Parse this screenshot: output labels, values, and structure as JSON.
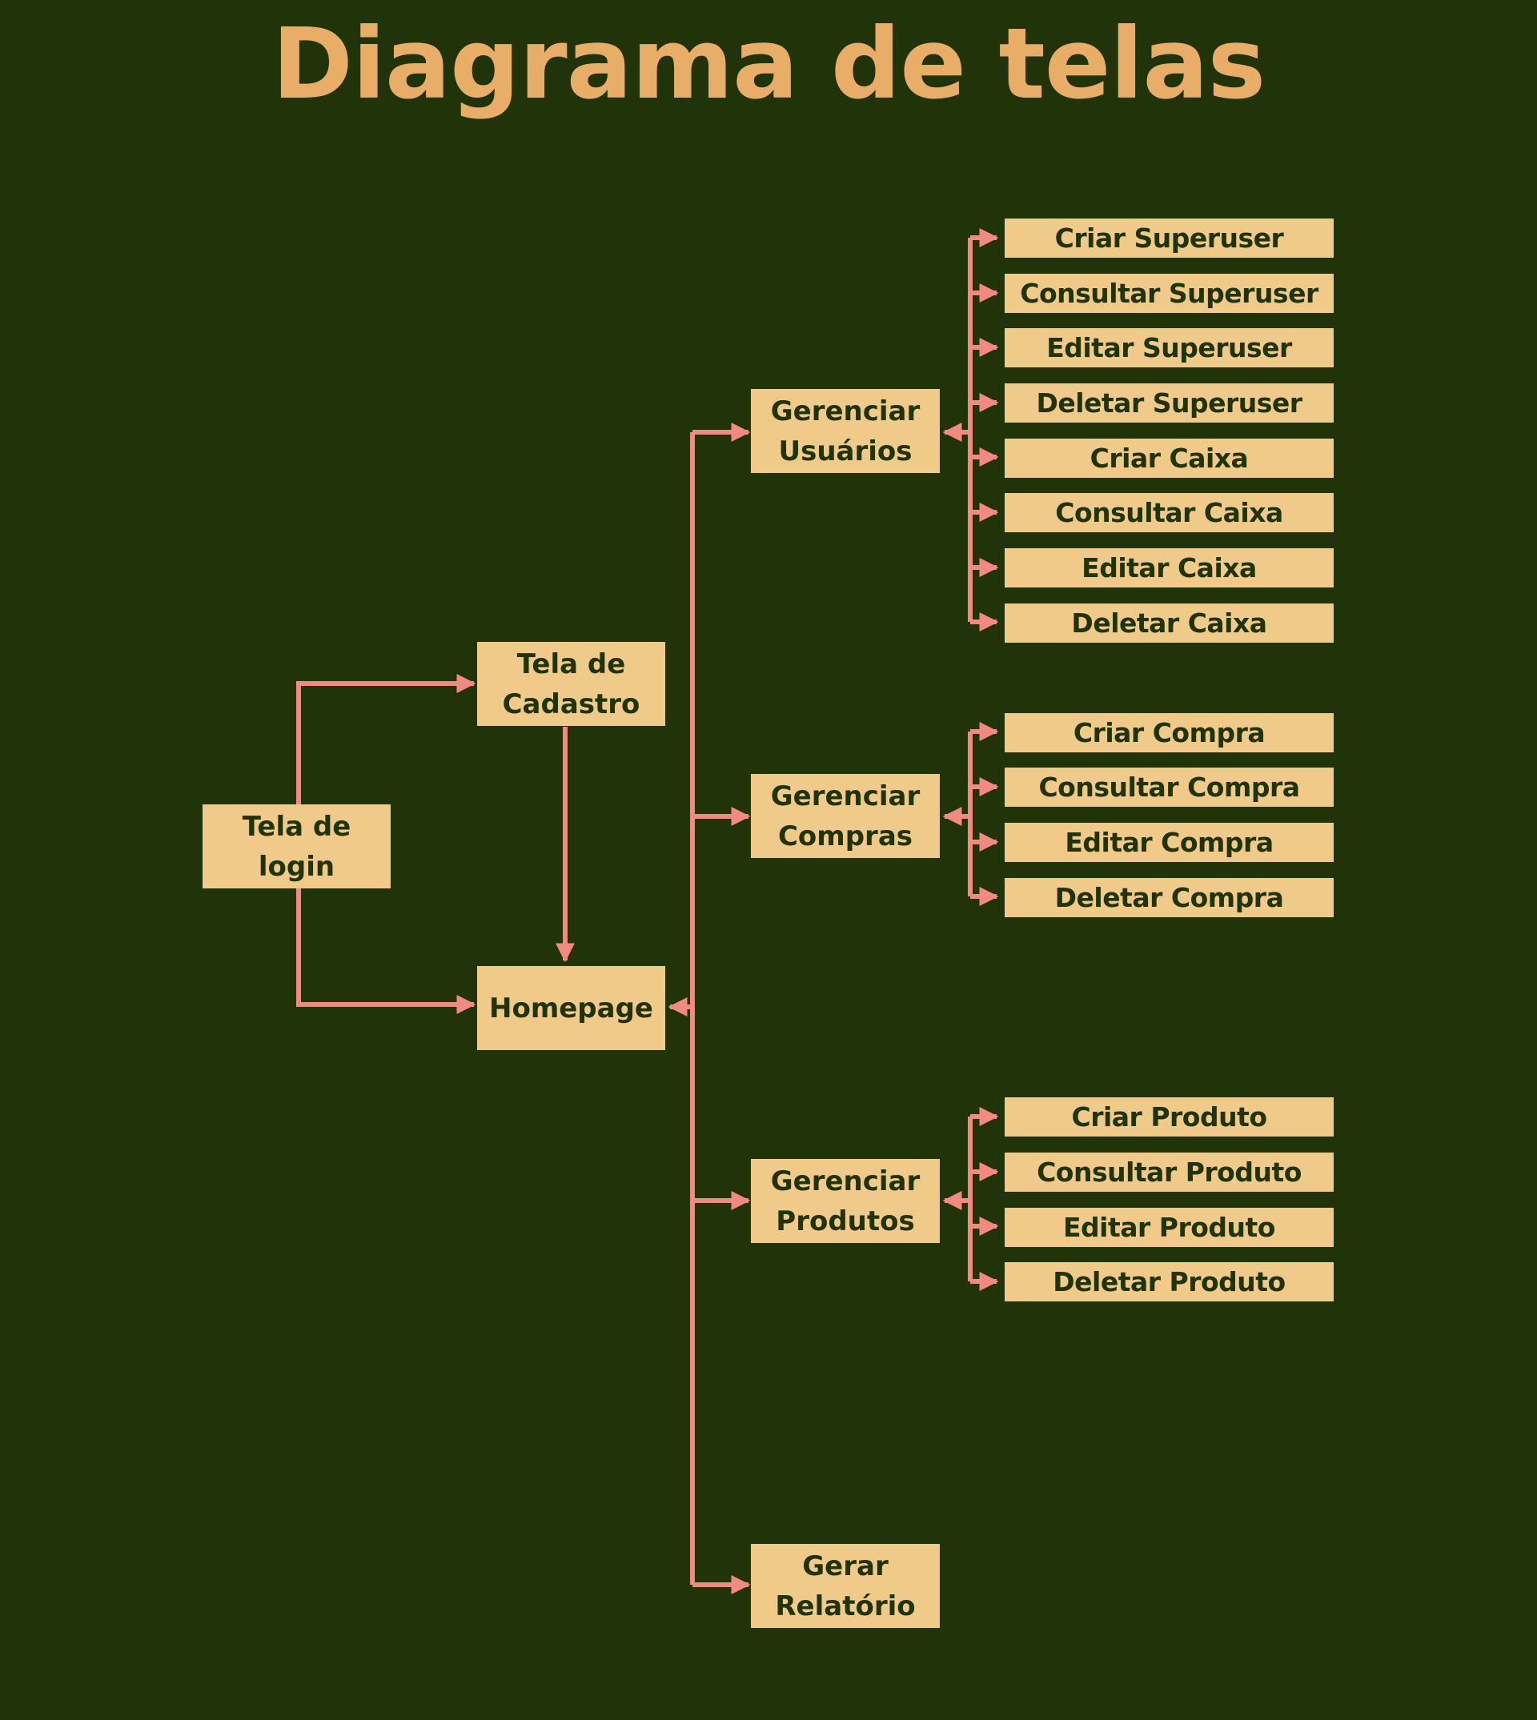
{
  "title": "Diagrama de telas",
  "nodes": {
    "login": "Tela de login",
    "cadastro": "Tela de Cadastro",
    "homepage": "Homepage",
    "usuarios": "Gerenciar Usuários",
    "compras": "Gerenciar Compras",
    "produtos": "Gerenciar Produtos",
    "relatorio": "Gerar Relatório"
  },
  "usuarios_actions": [
    "Criar Superuser",
    "Consultar Superuser",
    "Editar Superuser",
    "Deletar Superuser",
    "Criar Caixa",
    "Consultar Caixa",
    "Editar Caixa",
    "Deletar Caixa"
  ],
  "compras_actions": [
    "Criar Compra",
    "Consultar Compra",
    "Editar Compra",
    "Deletar Compra"
  ],
  "produtos_actions": [
    "Criar Produto",
    "Consultar Produto",
    "Editar Produto",
    "Deletar Produto"
  ],
  "colors": {
    "background": "#213308",
    "box": "#efca88",
    "arrow": "#f28a82",
    "title": "#e8ad67",
    "text": "#213308"
  }
}
